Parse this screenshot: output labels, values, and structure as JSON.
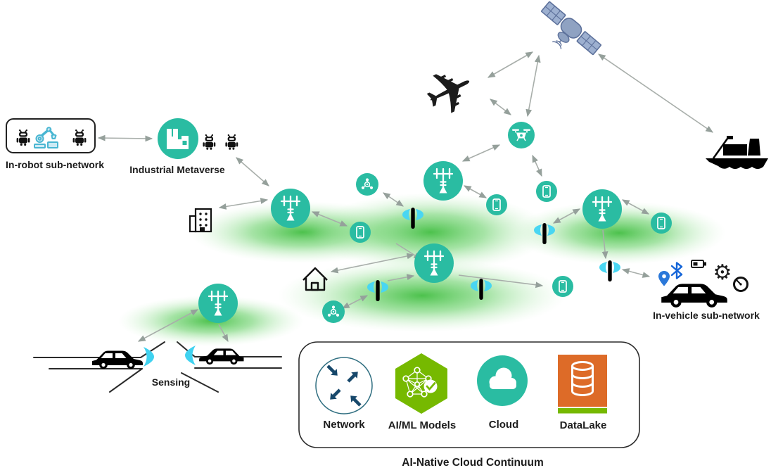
{
  "labels": {
    "in_robot": "In-robot sub-network",
    "industrial_metaverse": "Industrial Metaverse",
    "sensing": "Sensing",
    "in_vehicle": "In-vehicle sub-network",
    "continuum_title": "AI-Native Cloud Continuum"
  },
  "legend": {
    "items": [
      {
        "label": "Network",
        "icon": "router-arrows-icon",
        "color": "#17486b"
      },
      {
        "label": "AI/ML Models",
        "icon": "neural-hexagon-icon",
        "color": "#76b900"
      },
      {
        "label": "Cloud",
        "icon": "cloud-icon",
        "color": "#2abca2"
      },
      {
        "label": "DataLake",
        "icon": "datalake-icon",
        "color": "#dd6b28"
      }
    ]
  },
  "icons": {
    "plane": "✈",
    "gear": "⚙"
  },
  "colors": {
    "teal": "#2abca2",
    "coverage_green": "#3cb93c",
    "nvidia_green": "#76b900",
    "datalake_orange": "#dd6b28",
    "sensor_cyan": "#49d6f2",
    "arrow_gray": "#a8aeaa",
    "satellite_blue": "#8fa2c2",
    "bluetooth_blue": "#1565d8",
    "pin_blue": "#2b78d9"
  },
  "nodes": [
    "satellite",
    "airplane",
    "drone",
    "ship",
    "in-robot sub-network (robots + robotic arm)",
    "industrial metaverse factory",
    "base-station A",
    "base-station B",
    "base-station C",
    "base-station D",
    "base-station E",
    "mobile device P1",
    "mobile device P2",
    "mobile device P3",
    "mobile device P4",
    "mobile device P5",
    "edge node N1",
    "edge node N2",
    "small-cell antenna S1",
    "small-cell antenna S2",
    "small-cell antenna S3",
    "small-cell antenna S4",
    "small-cell antenna S5",
    "office building",
    "house",
    "sensing cars",
    "in-vehicle car"
  ],
  "edges": [
    "robot-box–factory",
    "robots–base-A",
    "building–base-A",
    "base-A–device-P1",
    "antenna-S1–edge-node-N1",
    "base-B–drone",
    "drone–airplane",
    "airplane–satellite",
    "satellite–drone",
    "satellite–ship",
    "drone–device-P3",
    "base-B–device-P2",
    "base-D–antenna-S2",
    "base-D–device-P4",
    "base-D–antenna-S3",
    "antenna-S3–vehicle",
    "base-C–device-P5",
    "house–base-C",
    "edge-node-N2–antenna-S4",
    "antenna-S4–base-C",
    "device-P1–base-C",
    "base-E–car-sensor",
    "base-E–car"
  ]
}
